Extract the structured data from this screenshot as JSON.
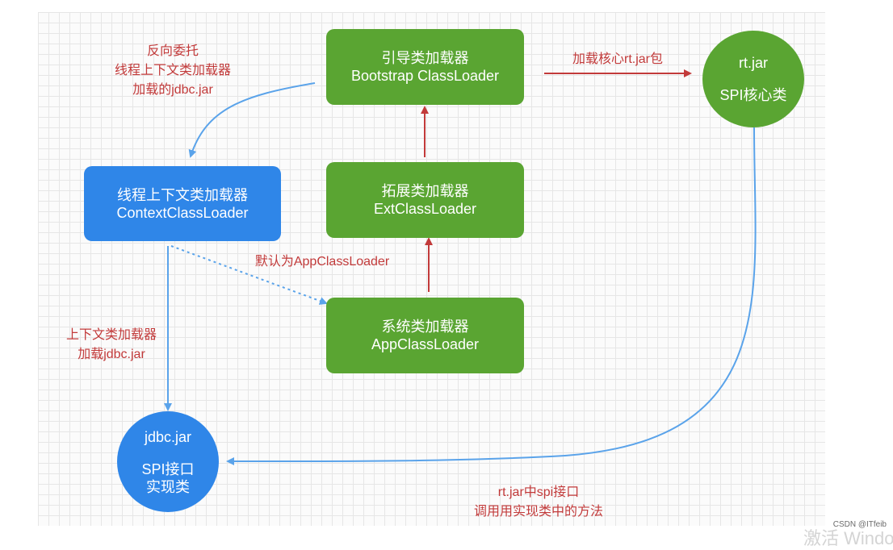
{
  "nodes": {
    "bootstrap": {
      "line1": "引导类加载器",
      "line2": "Bootstrap ClassLoader"
    },
    "ext": {
      "line1": "拓展类加载器",
      "line2": "ExtClassLoader"
    },
    "app": {
      "line1": "系统类加载器",
      "line2": "AppClassLoader"
    },
    "context": {
      "line1": "线程上下文类加载器",
      "line2": "ContextClassLoader"
    },
    "rtjar": {
      "line1": "rt.jar",
      "line2": "SPI核心类"
    },
    "jdbcjar": {
      "line1": "jdbc.jar",
      "line2": "SPI接口",
      "line3": "实现类"
    }
  },
  "labels": {
    "reverse_delegation": [
      "反向委托",
      "线程上下文类加载器",
      "加载的jdbc.jar"
    ],
    "load_core": "加载核心rt.jar包",
    "default_app": "默认为AppClassLoader",
    "context_load": [
      "上下文类加载器",
      "加载jdbc.jar"
    ],
    "rt_call": [
      "rt.jar中spi接口",
      "调用用实现类中的方法"
    ]
  },
  "watermark": {
    "csdn": "CSDN @ITfeib",
    "activate": "激活 Windows"
  },
  "colors": {
    "green": "#5aa532",
    "blue": "#2f86e8",
    "red": "#c23a3a",
    "arrow_blue": "#5aa3ea"
  }
}
